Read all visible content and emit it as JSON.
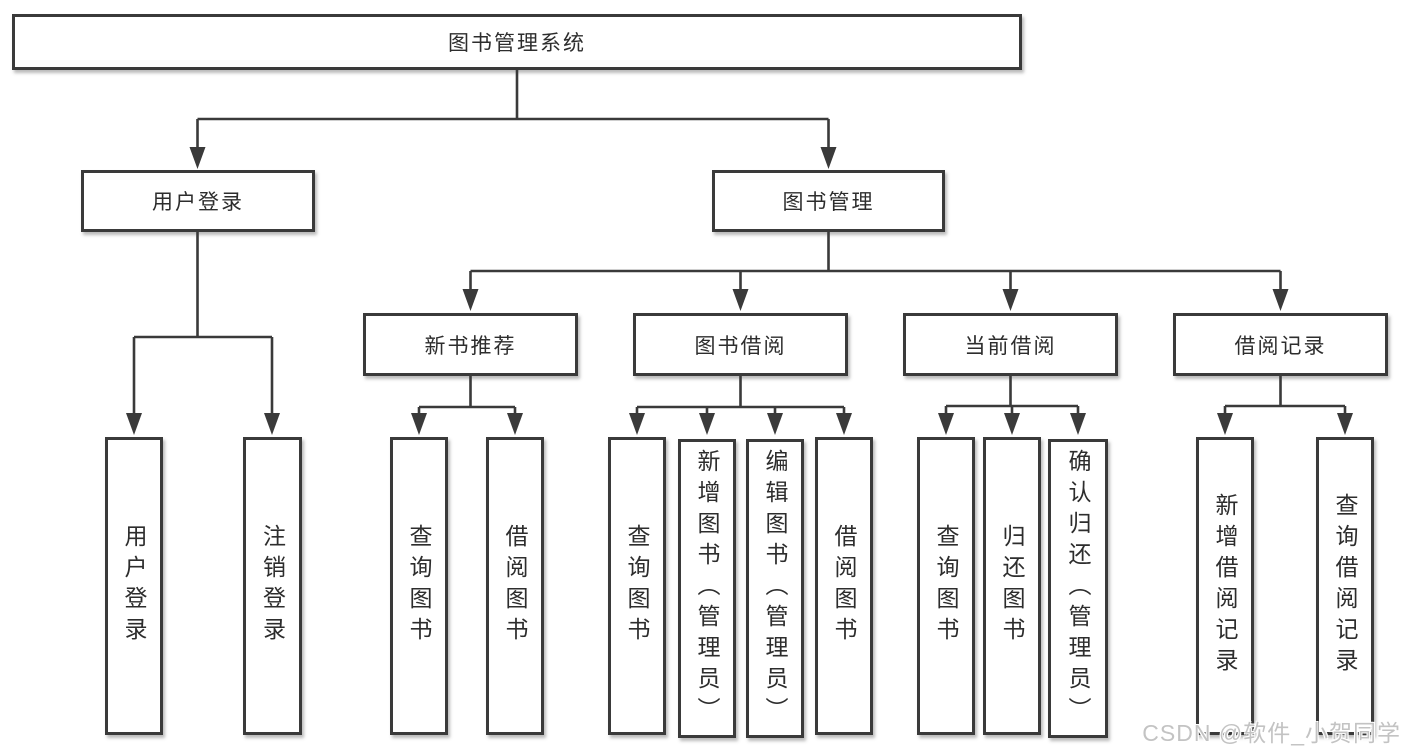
{
  "diagram": {
    "type": "hierarchy-tree",
    "colors": {
      "line": "#3a3a3a",
      "text": "#2d2d2d",
      "background": "#ffffff",
      "watermark": "#c3c3c3"
    },
    "watermark": {
      "text": "CSDN @软件_小贺同学"
    },
    "nodes": {
      "root": {
        "label": "图书管理系统"
      },
      "level2": [
        {
          "label": "用户登录",
          "parent": "图书管理系统"
        },
        {
          "label": "图书管理",
          "parent": "图书管理系统"
        }
      ],
      "level3": [
        {
          "label": "新书推荐",
          "parent": "图书管理"
        },
        {
          "label": "图书借阅",
          "parent": "图书管理"
        },
        {
          "label": "当前借阅",
          "parent": "图书管理"
        },
        {
          "label": "借阅记录",
          "parent": "图书管理"
        }
      ],
      "leaves": [
        {
          "label": "用户登录",
          "parent": "用户登录"
        },
        {
          "label": "注销登录",
          "parent": "用户登录"
        },
        {
          "label": "查询图书",
          "parent": "新书推荐"
        },
        {
          "label": "借阅图书",
          "parent": "新书推荐"
        },
        {
          "label": "查询图书",
          "parent": "图书借阅"
        },
        {
          "label": "新增图书（管理员）",
          "parent": "图书借阅"
        },
        {
          "label": "编辑图书（管理员）",
          "parent": "图书借阅"
        },
        {
          "label": "借阅图书",
          "parent": "图书借阅"
        },
        {
          "label": "查询图书",
          "parent": "当前借阅"
        },
        {
          "label": "归还图书",
          "parent": "当前借阅"
        },
        {
          "label": "确认归还（管理员）",
          "parent": "当前借阅"
        },
        {
          "label": "新增借阅记录",
          "parent": "借阅记录"
        },
        {
          "label": "查询借阅记录",
          "parent": "借阅记录"
        }
      ]
    }
  }
}
